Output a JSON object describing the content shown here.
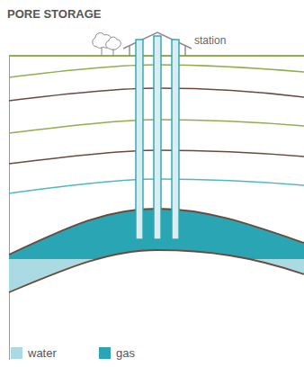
{
  "diagram": {
    "title": "PORE STORAGE",
    "labels": [
      "station"
    ],
    "legend": [
      {
        "text": "water",
        "color": "#aadbe2"
      },
      {
        "text": "gas",
        "color": "#2aa5b3"
      }
    ]
  }
}
